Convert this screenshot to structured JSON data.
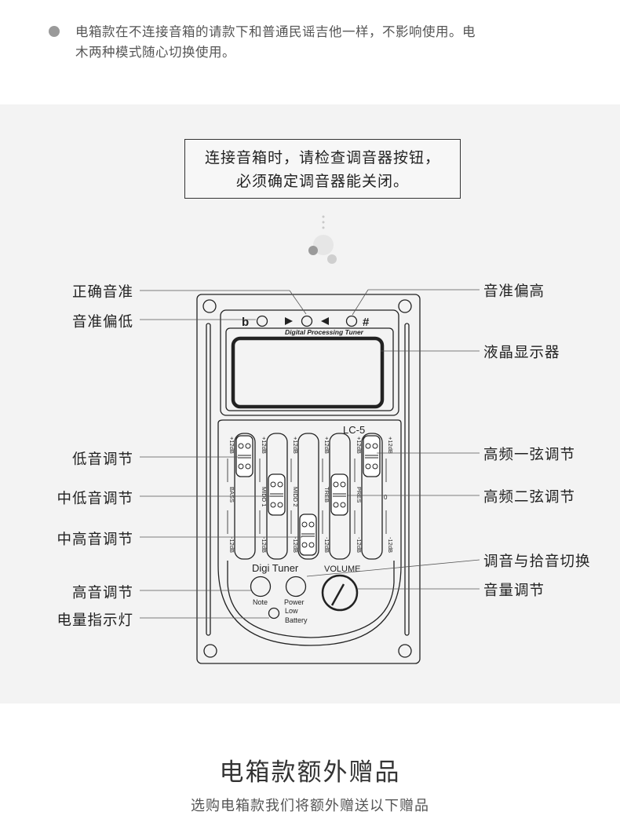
{
  "top_note": {
    "text_line1": "电箱款在不连接音箱的请款下和普通民谣吉他一样，不影响使用。电",
    "text_line2": "木两种模式随心切换使用。"
  },
  "warning": {
    "line1": "连接音箱时，请检查调音器按钮，",
    "line2": "必须确定调音器能关闭。"
  },
  "callouts": {
    "correct_pitch": "正确音准",
    "pitch_low": "音准偏低",
    "low_tone": "低音调节",
    "mid_low": "中低音调节",
    "mid_high": "中高音调节",
    "treble": "高音调节",
    "battery_indicator": "电量指示灯",
    "pitch_high": "音准偏高",
    "lcd": "液晶显示器",
    "high_string1": "高频一弦调节",
    "high_string2": "高频二弦调节",
    "tune_switch": "调音与拾音切换",
    "volume_adjust": "音量调节"
  },
  "device": {
    "flat": "b",
    "sharp": "#",
    "tuner_label": "Digital Processing Tuner",
    "model": "LC-5",
    "digi_tuner": "Digi Tuner",
    "volume": "VOLUME",
    "note": "Note",
    "power": "Power",
    "low_battery_1": "Low",
    "low_battery_2": "Battery",
    "plus": "+12dB",
    "minus": "-12dB",
    "zero": "0",
    "sliders": [
      "BASS",
      "MIDD 1",
      "MIDD 2",
      "TREB",
      "PRES",
      ""
    ]
  },
  "bottom": {
    "title": "电箱款额外赠品",
    "subtitle": "选购电箱款我们将额外赠送以下赠品"
  }
}
